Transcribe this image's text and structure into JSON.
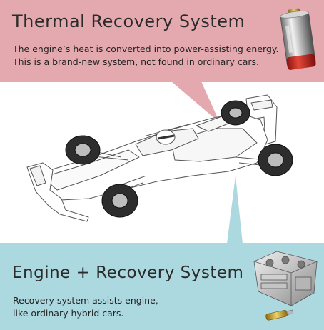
{
  "thermal": {
    "title": "Thermal Recovery System",
    "desc_line1": "The engine’s heat is converted into power-assisting energy.",
    "desc_line2": "This is a brand-new system, not found in ordinary cars."
  },
  "engine": {
    "title": "Engine + Recovery System",
    "desc_line1": "Recovery system assists engine,",
    "desc_line2": "like ordinary hybrid cars."
  },
  "colors": {
    "thermal_panel": "#e3a9ae",
    "engine_panel": "#acd8e0"
  },
  "icons": {
    "battery": "battery-icon",
    "car": "formula-car-illustration",
    "engine": "engine-block-icon"
  }
}
